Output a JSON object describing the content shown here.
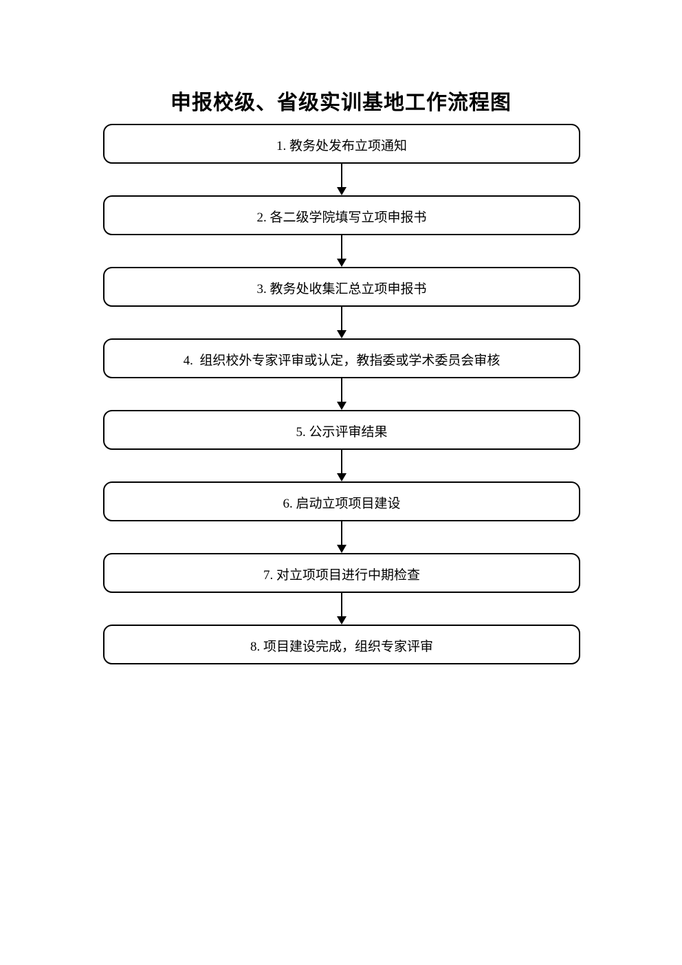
{
  "page": {
    "background_color": "#ffffff",
    "line_color": "#000000",
    "title": "申报校级、省级实训基地工作流程图"
  },
  "flowchart": {
    "direction": "top-to-bottom",
    "connector": "arrow-down",
    "steps": [
      {
        "label": "1. 教务处发布立项通知"
      },
      {
        "label": "2. 各二级学院填写立项申报书"
      },
      {
        "label": "3. 教务处收集汇总立项申报书"
      },
      {
        "label": "4.  组织校外专家评审或认定，教指委或学术委员会审核"
      },
      {
        "label": "5. 公示评审结果"
      },
      {
        "label": "6. 启动立项项目建设"
      },
      {
        "label": "7. 对立项项目进行中期检查"
      },
      {
        "label": "8. 项目建设完成，组织专家评审"
      }
    ]
  }
}
